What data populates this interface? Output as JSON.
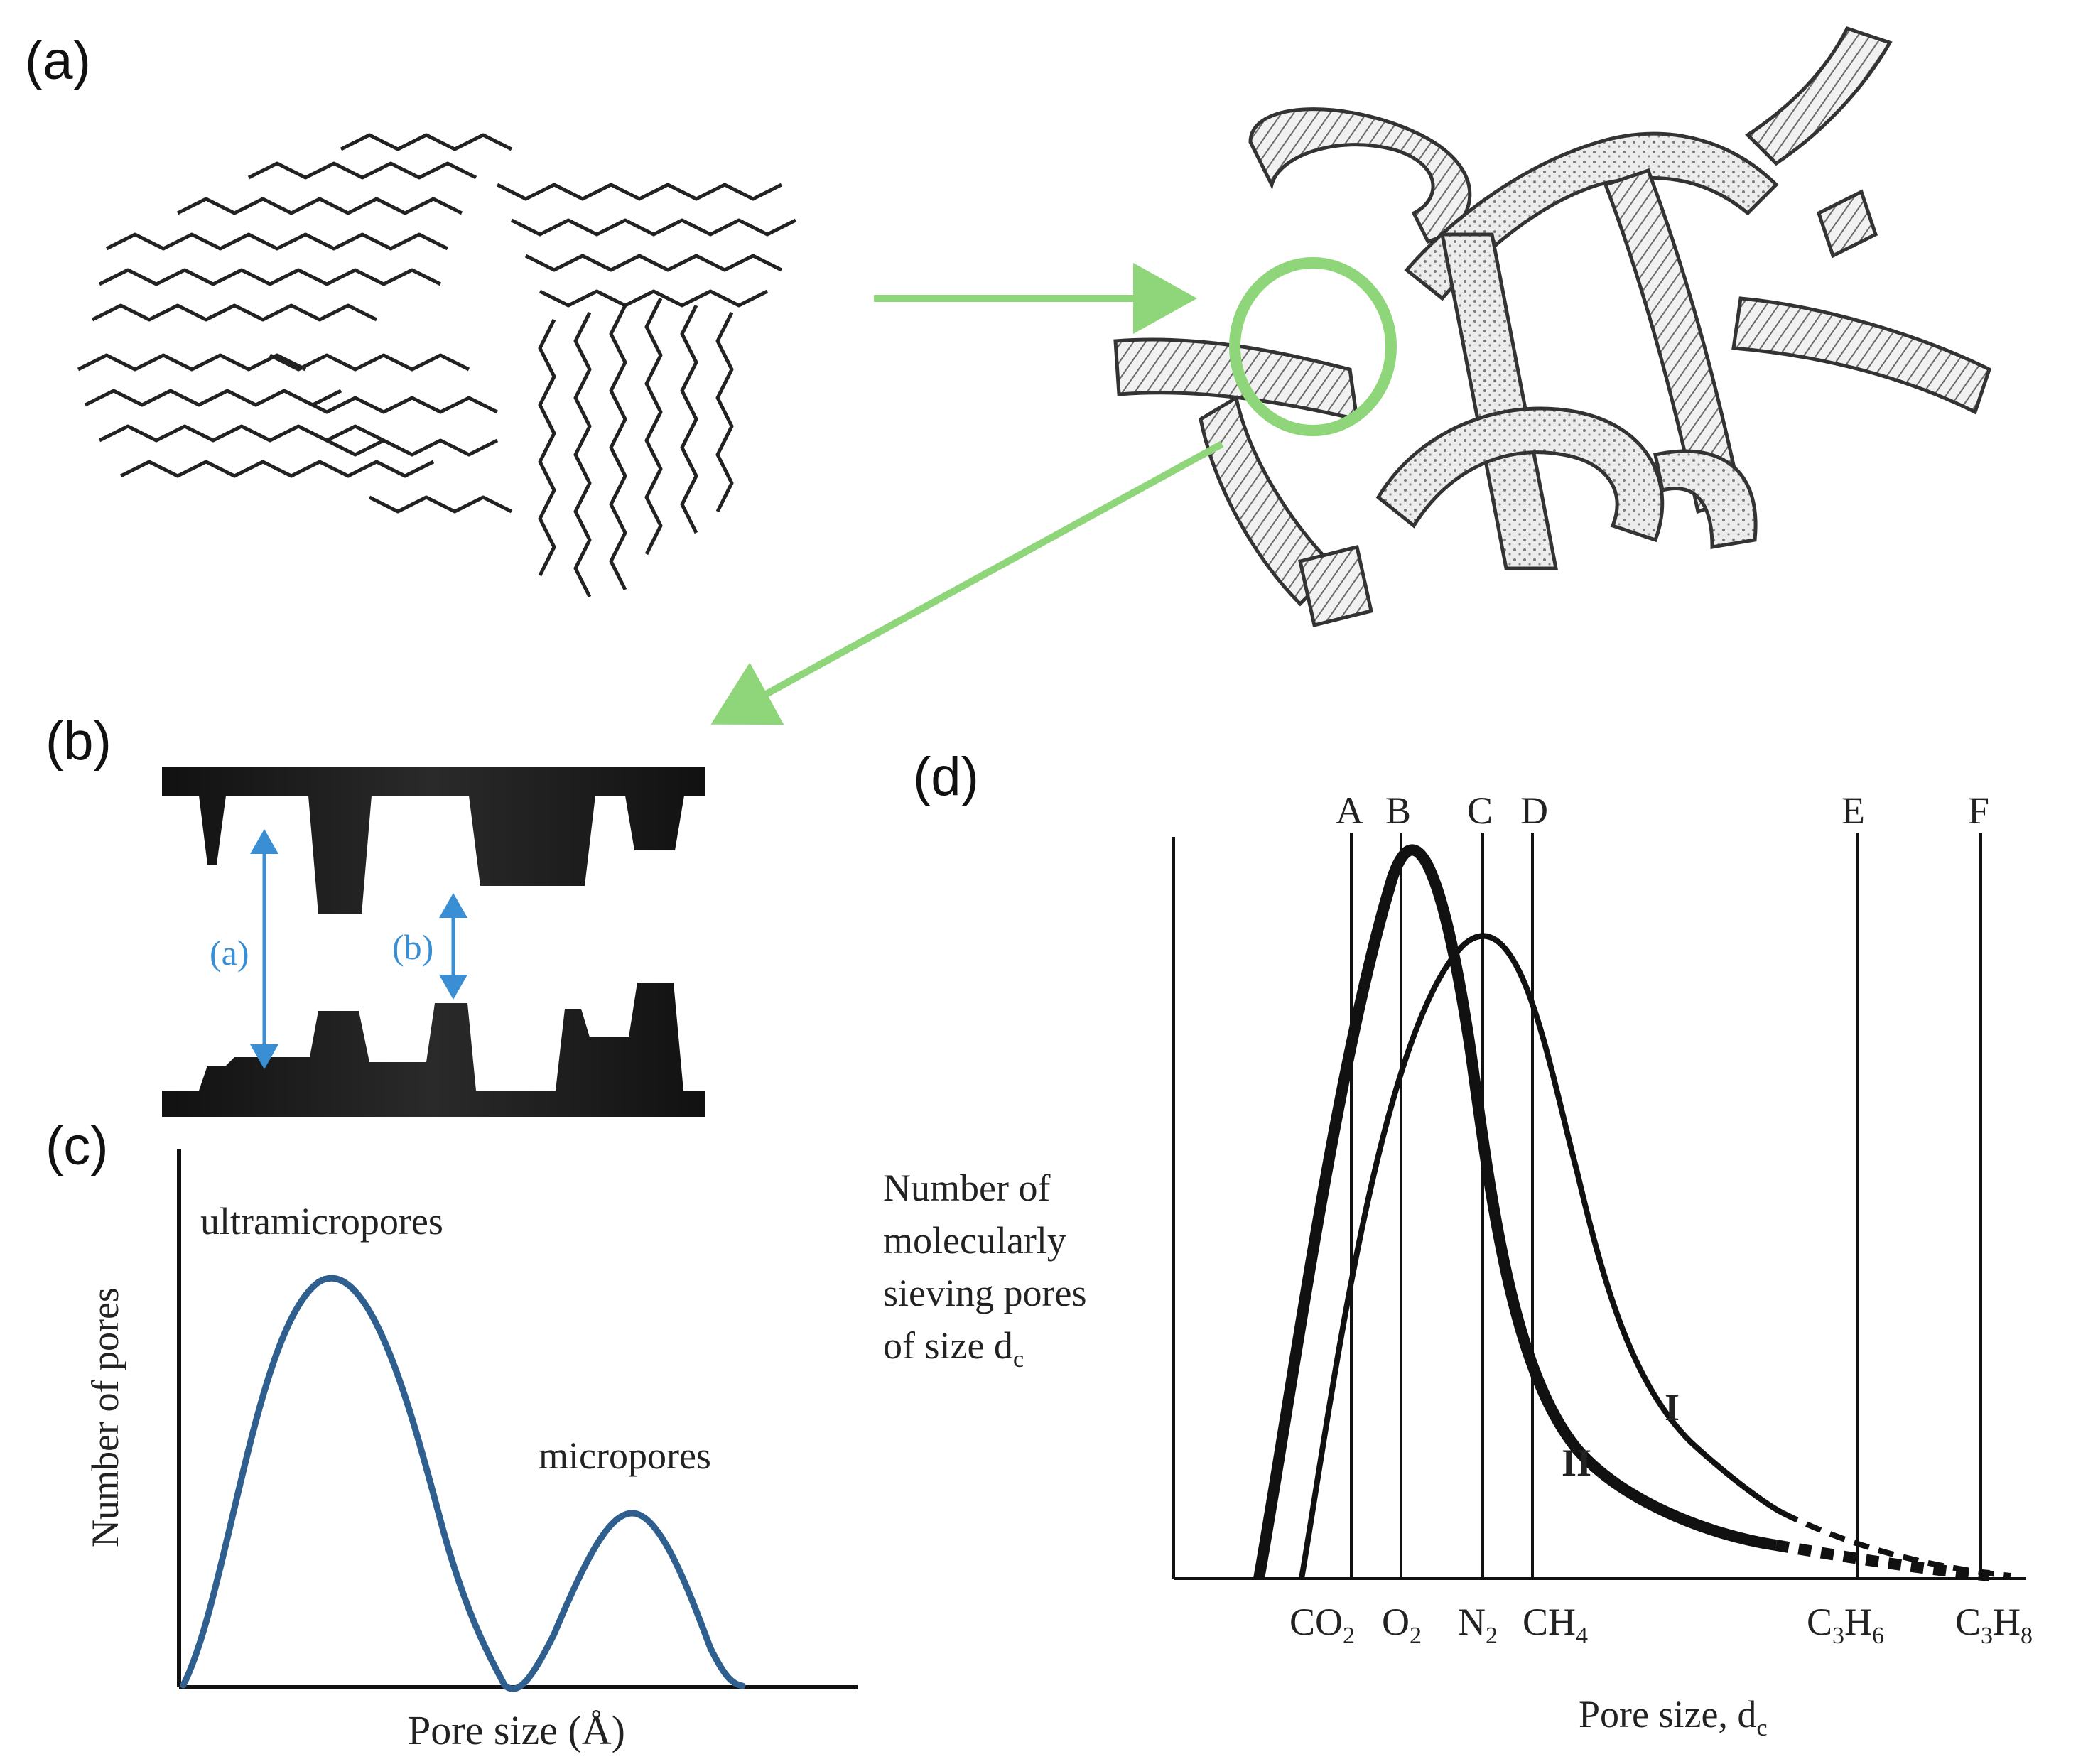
{
  "panels": {
    "a": "(a)",
    "b": "(b)",
    "c": "(c)",
    "d": "(d)"
  },
  "colors": {
    "arrow": "#8fd67a",
    "circle": "#8fd67a",
    "c_curve": "#2f5f8f",
    "b_arrow": "#3a8fd4",
    "b_label": "#3a8fd4"
  },
  "panel_b": {
    "label_a": "(a)",
    "label_b": "(b)"
  },
  "panel_c": {
    "ylabel": "Number of pores",
    "xlabel": "Pore size (Å)",
    "peak1": "ultramicropores",
    "peak2": "micropores"
  },
  "panel_d": {
    "ylabel_lines": [
      "Number of",
      "molecularly",
      "sieving pores",
      "of size d"
    ],
    "ylabel_sub": "c",
    "xlabel": "Pore size, d",
    "xlabel_sub": "c",
    "line_letters": [
      "A",
      "B",
      "C",
      "D",
      "E",
      "F"
    ],
    "curve_labels": [
      "I",
      "II"
    ],
    "gases": [
      {
        "main": "CO",
        "sub": "2",
        "tail": ""
      },
      {
        "main": "O",
        "sub": "2",
        "tail": ""
      },
      {
        "main": "N",
        "sub": "2",
        "tail": ""
      },
      {
        "main": "CH",
        "sub": "4",
        "tail": ""
      },
      {
        "main": "C",
        "sub": "3",
        "tail": "H",
        "sub2": "6"
      },
      {
        "main": "C",
        "sub": "3",
        "tail": "H",
        "sub2": "8"
      }
    ]
  }
}
